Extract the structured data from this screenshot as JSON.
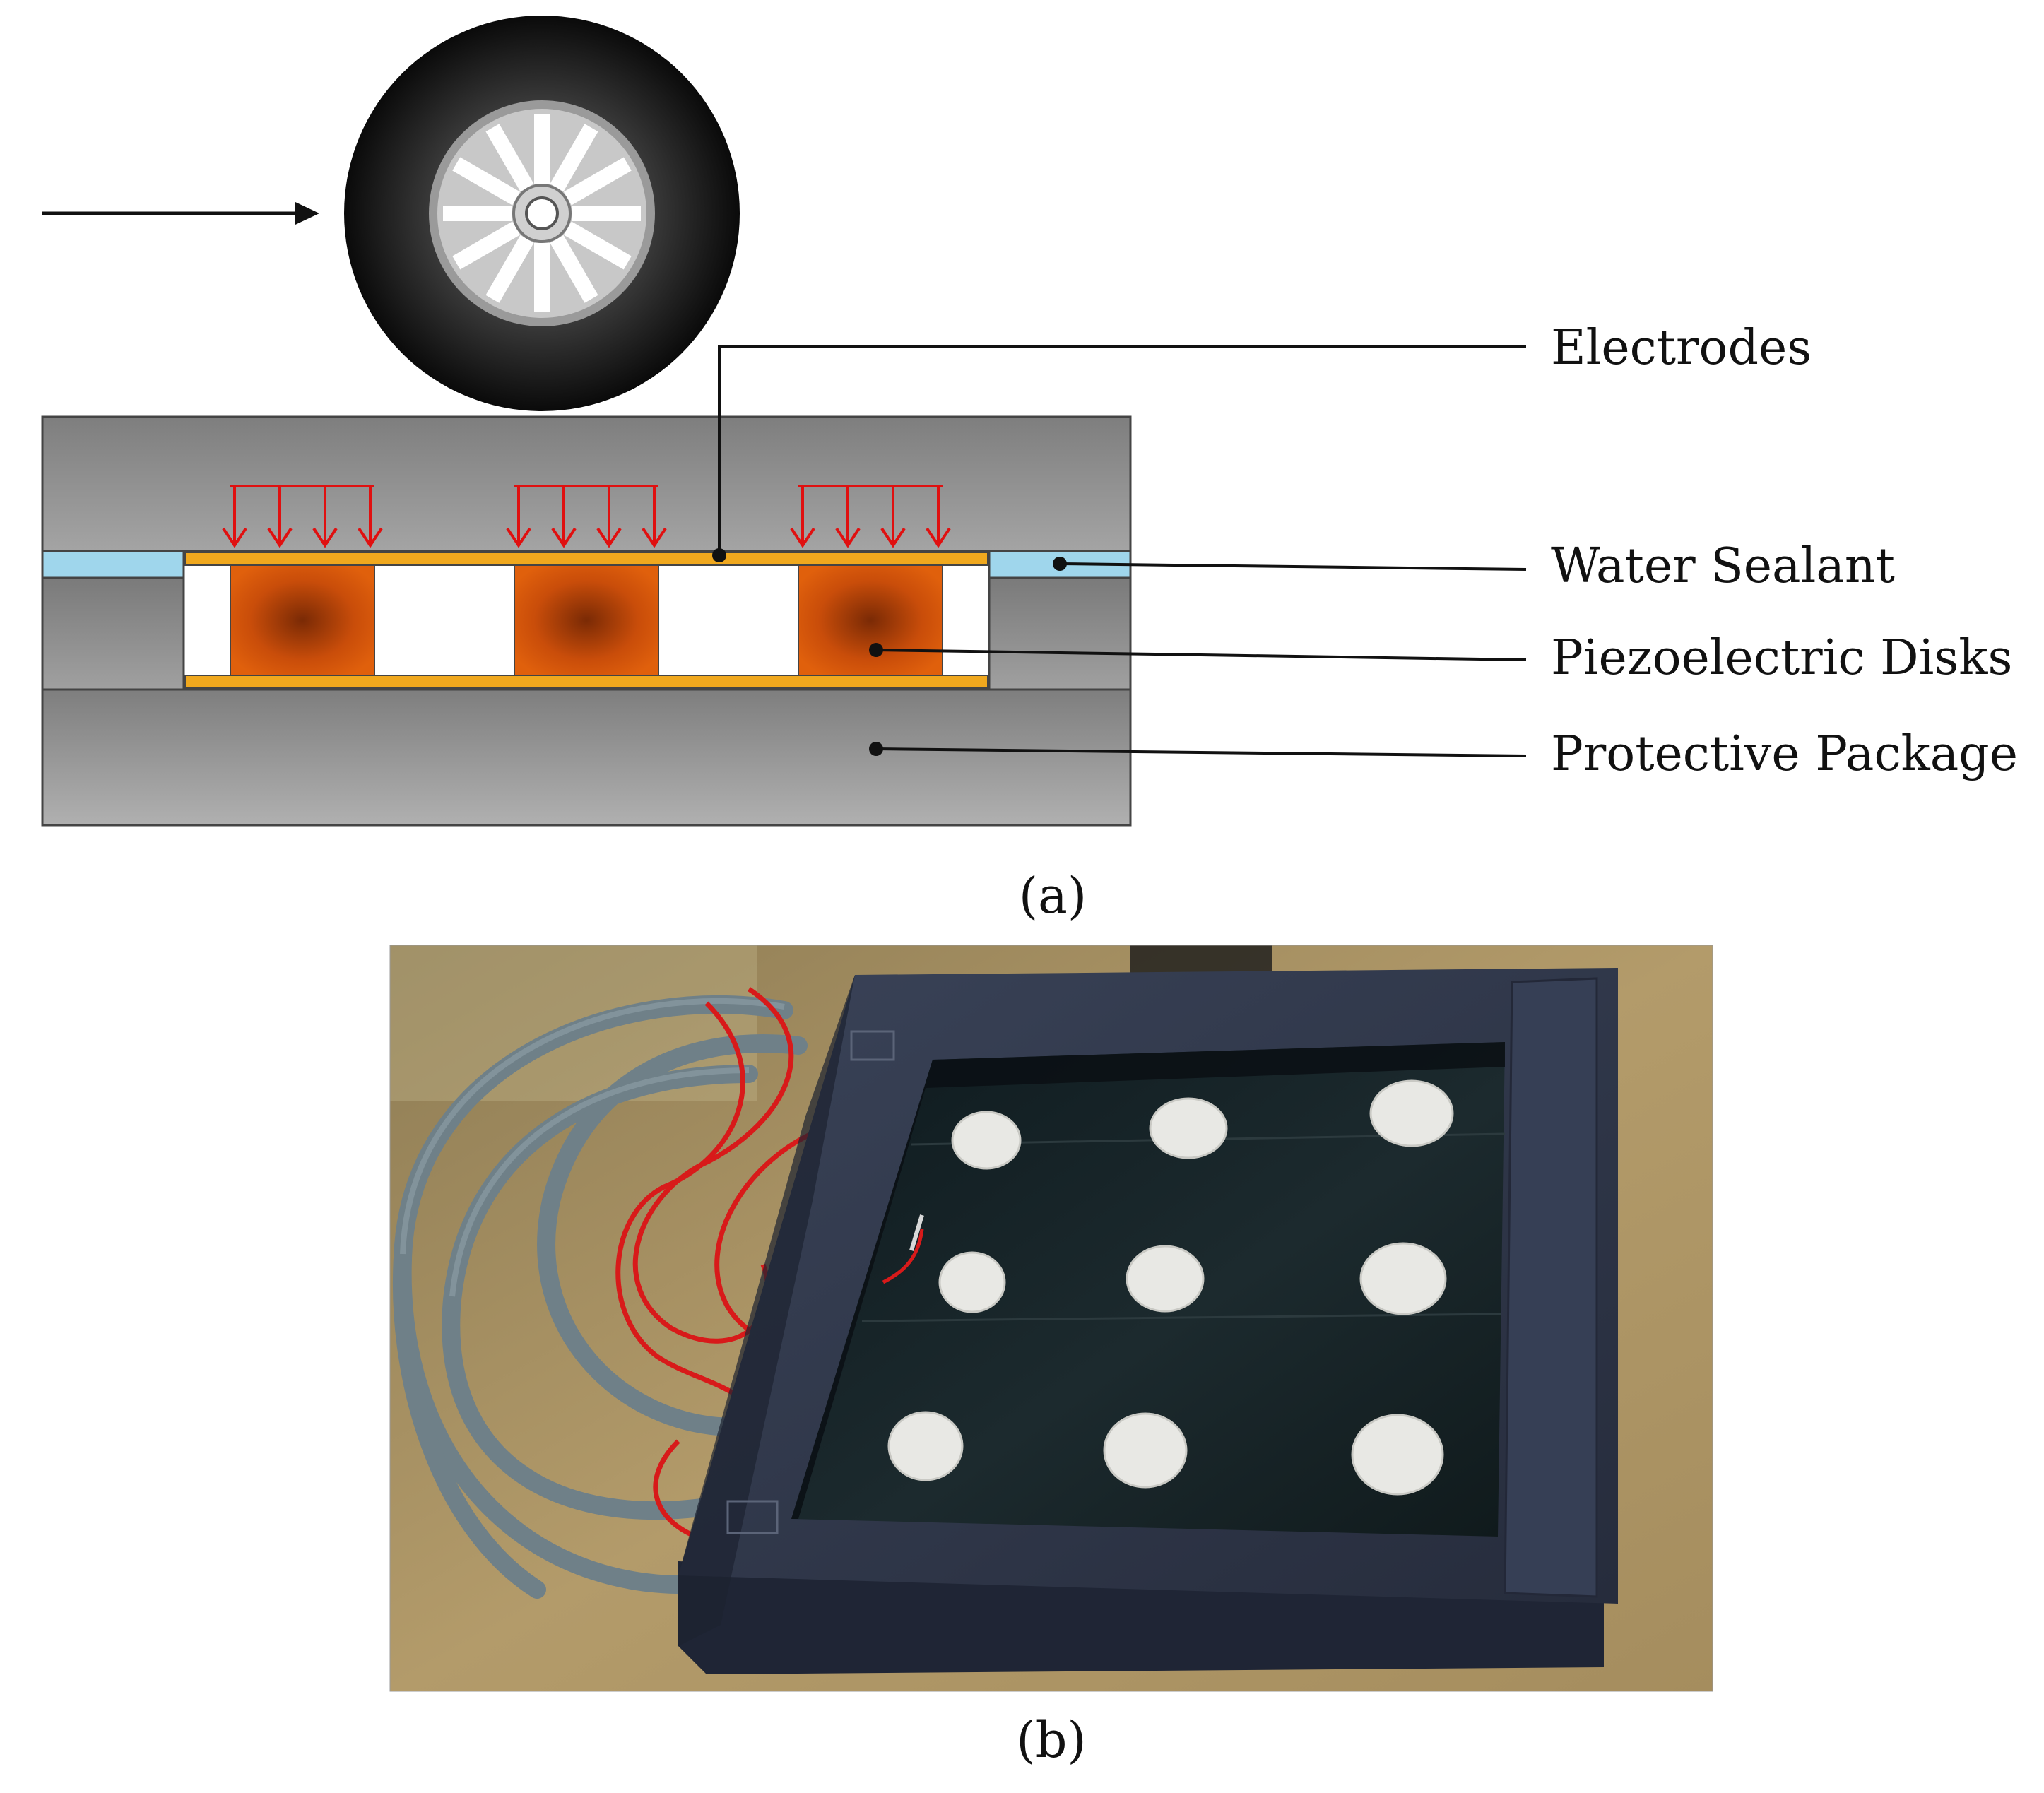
{
  "panel_a": {
    "caption": "(a)",
    "labels": {
      "electrodes": "Electrodes",
      "water_sealant": "Water Sealant",
      "piezoelectric_disks": "Piezoelectric Disks",
      "protective_package": "Protective Package"
    }
  },
  "panel_b": {
    "caption": "(b)"
  },
  "colors": {
    "package_gray": "#8c8c8c",
    "sealant_blue": "#9fd6ec",
    "electrode_gold": "#f0a81e",
    "disk_orange": "#d9560a",
    "force_arrow_red": "#e01010",
    "tire_black": "#151515",
    "rim_gray": "#a8a8a8",
    "photo_cardboard": "#a58a5c",
    "photo_box_navy": "#2d3548",
    "photo_disk_white": "#e8e8e4"
  },
  "icons": [
    "tire-icon",
    "direction-arrow-icon",
    "force-arrow-icon"
  ]
}
